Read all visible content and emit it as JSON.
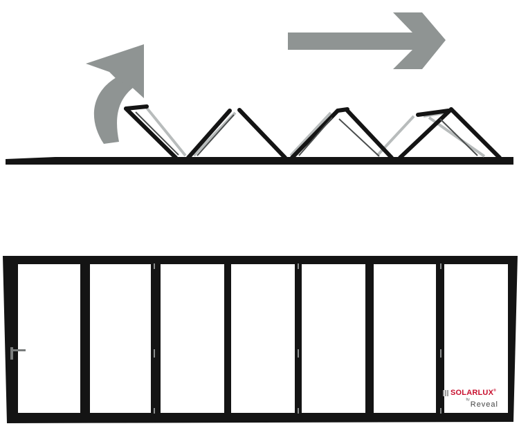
{
  "diagram": {
    "title": "Bifold door folding illustration",
    "colors": {
      "frame": "#141414",
      "arrow": "#8f9493",
      "glass": "#ffffff",
      "panel_edge": "#b8bcbc",
      "brand_red": "#c8102e",
      "brand_grey": "#444444"
    },
    "top_view": {
      "description": "Top-down view of folding panels in zig-zag configuration",
      "arrows": [
        {
          "name": "curved-arrow",
          "direction": "up-right"
        },
        {
          "name": "straight-arrow",
          "direction": "right"
        }
      ],
      "folded_peaks": 4
    },
    "front_view": {
      "description": "Front elevation of closed bifold door",
      "panel_count": 7,
      "handle_panel": 1
    },
    "logo": {
      "brand": "SOLARLUX",
      "trademark": "®",
      "by": "by",
      "partner": "Reveal"
    }
  }
}
